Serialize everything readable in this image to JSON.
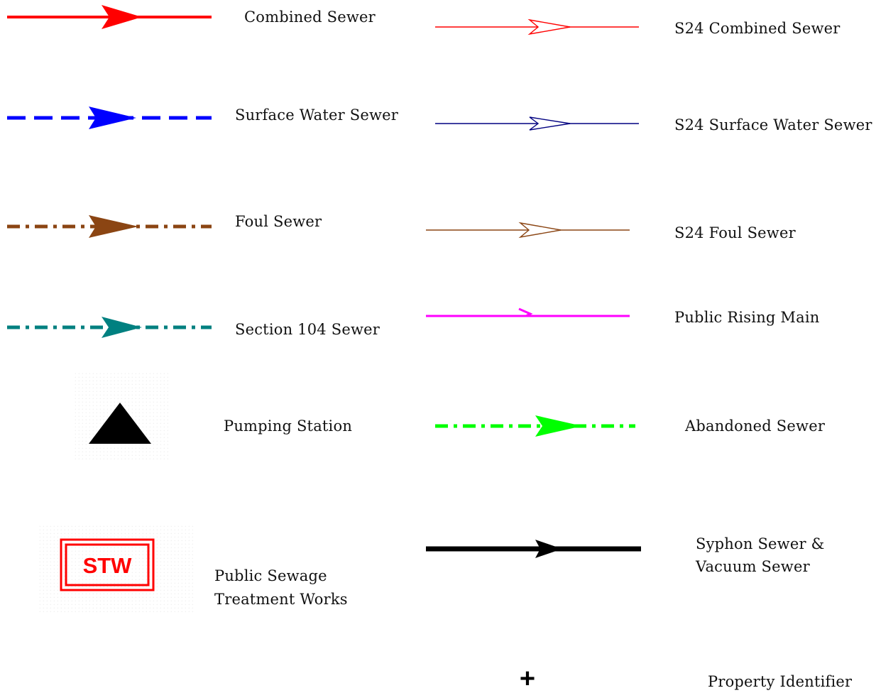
{
  "legend": {
    "items": [
      {
        "label": "Combined Sewer",
        "color": "#ff0000",
        "line": "solid-thick",
        "arrow": "filled"
      },
      {
        "label": "Surface Water Sewer",
        "color": "#0000ff",
        "line": "dashed-thick",
        "arrow": "filled"
      },
      {
        "label": "Foul Sewer",
        "color": "#8b4513",
        "line": "dash-dot-thick",
        "arrow": "filled"
      },
      {
        "label": "Section 104 Sewer",
        "color": "#008080",
        "line": "dash-dot-thick",
        "arrow": "filled"
      },
      {
        "label": "Pumping Station",
        "color": "#000000",
        "icon": "triangle-icon"
      },
      {
        "label": "Public Sewage Treatment Works",
        "label_line1": "Public Sewage",
        "label_line2": "Treatment Works",
        "color": "#ff0000",
        "icon": "stw-icon",
        "icon_text": "STW"
      },
      {
        "label": "S24 Combined  Sewer",
        "color": "#ff0000",
        "line": "solid-thin",
        "arrow": "open"
      },
      {
        "label": "S24 Surface Water Sewer",
        "color": "#000080",
        "line": "solid-thin",
        "arrow": "open"
      },
      {
        "label": "S24 Foul Sewer",
        "color": "#8b4513",
        "line": "solid-thin",
        "arrow": "open"
      },
      {
        "label": "Public Rising Main",
        "color": "#ff00ff",
        "line": "solid-medium",
        "arrow": "tick"
      },
      {
        "label": "Abandoned Sewer",
        "color": "#00ff00",
        "line": "dash-dot-thick",
        "arrow": "filled"
      },
      {
        "label": "Syphon Sewer & Vacuum Sewer",
        "label_line1": "Syphon Sewer &",
        "label_line2": "Vacuum Sewer",
        "color": "#000000",
        "line": "solid-heavy",
        "arrow": "filled"
      },
      {
        "label": "Property Identifier",
        "color": "#000000",
        "icon": "cross-icon",
        "icon_text": "+"
      }
    ]
  }
}
